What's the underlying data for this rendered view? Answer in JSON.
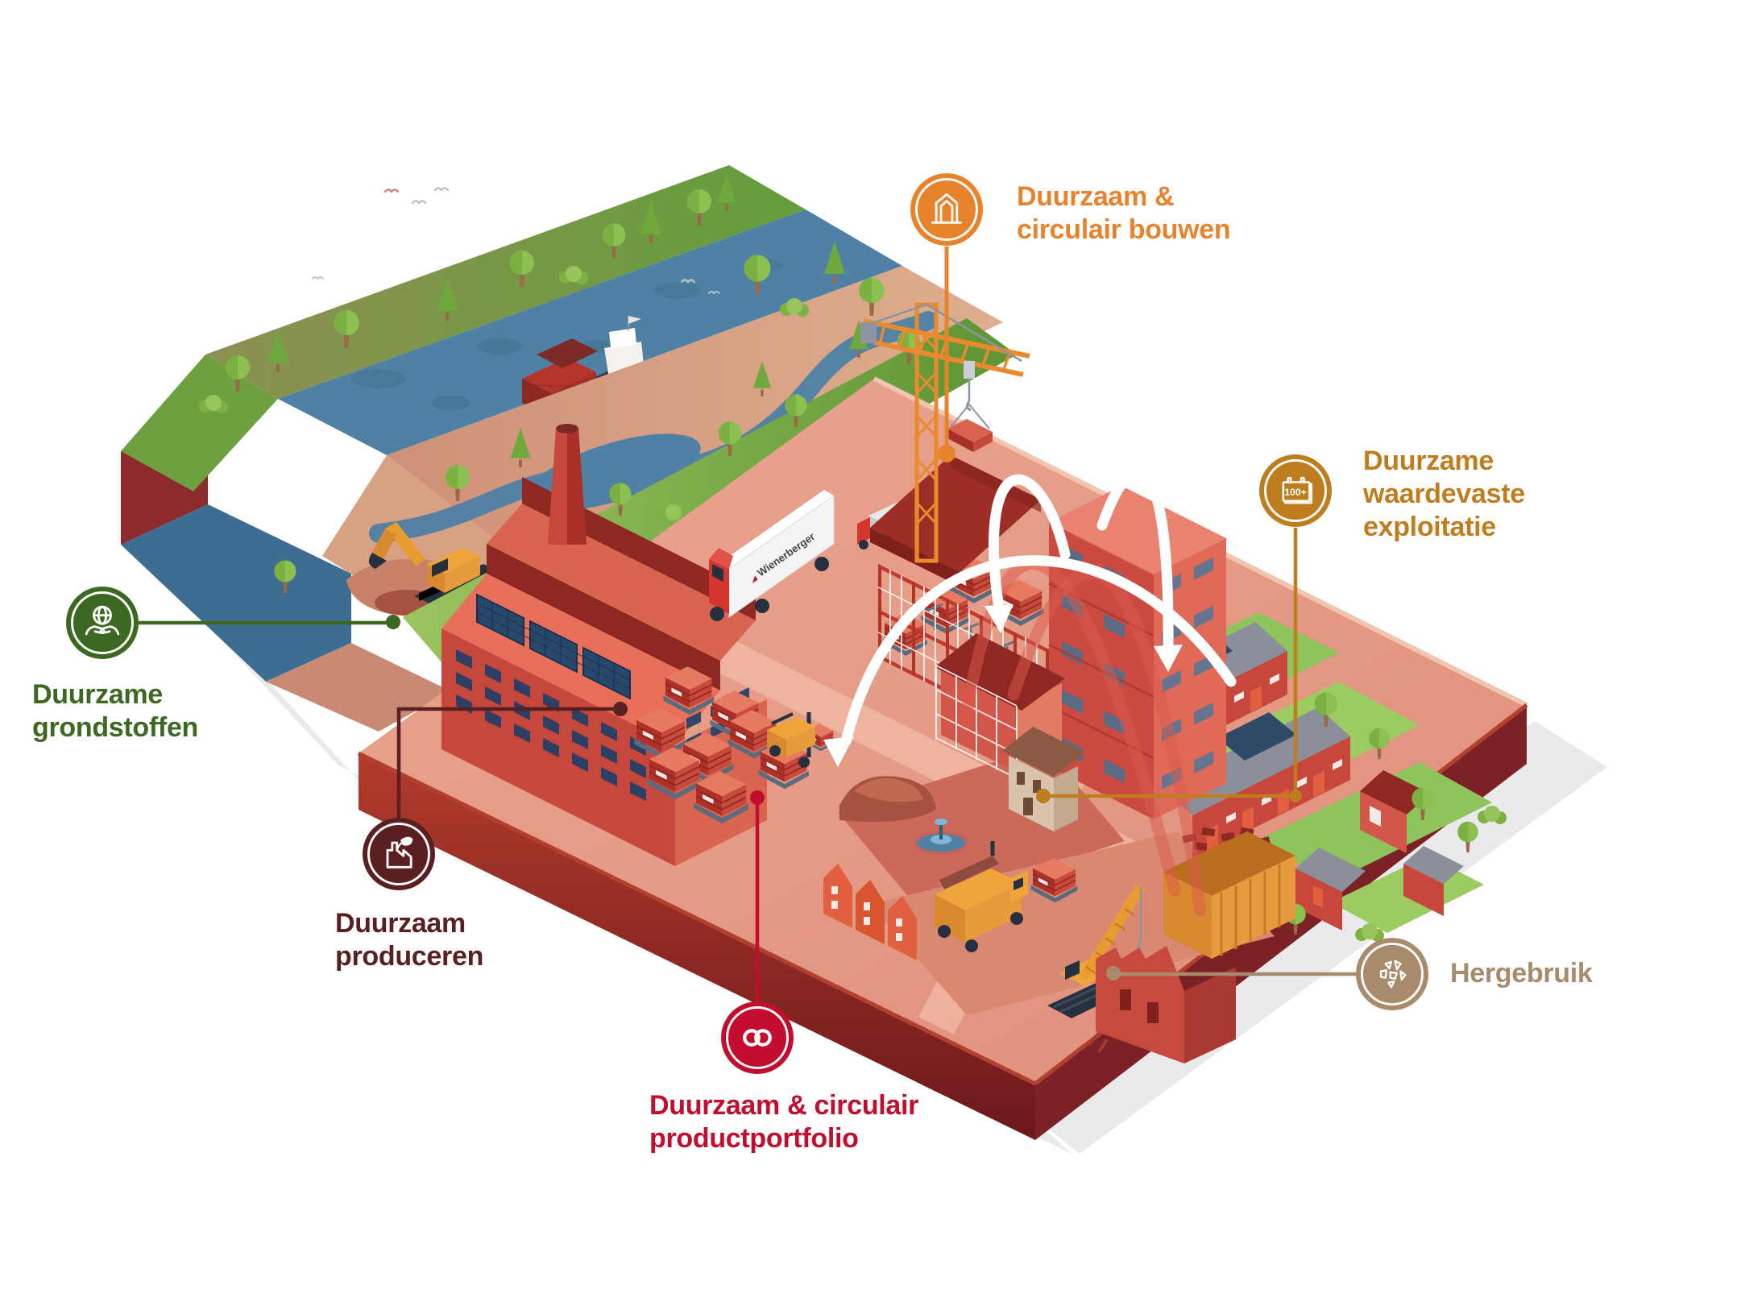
{
  "palette": {
    "orange": "#E8832D",
    "ochre": "#BE7D1F",
    "green": "#3D6822",
    "maroon": "#5A1F21",
    "red": "#C30D2E",
    "taupe": "#A78B6C",
    "brick_red": "#C6473C",
    "plate": "#E59480",
    "river_blue": "#4E81A4",
    "grass_green": "#7FB44C",
    "sand": "#D9A184",
    "machine_orange": "#F0A43C",
    "white": "#FFFFFF"
  },
  "scene": {
    "truck_label": "Wienerberger",
    "elements": [
      "container-ship",
      "river",
      "riverbank-trees",
      "clay-excavator",
      "clay-dump-truck",
      "brick-factory-with-solar-panels",
      "brick-pallet-yard",
      "forklift",
      "clay-pile",
      "wienerberger-truck",
      "tower-crane",
      "building-under-construction",
      "apartment-building",
      "renovation-scaffolding",
      "terraced-houses-with-solar",
      "detached-houses",
      "lawns-and-trees",
      "town-square-fountain",
      "historic-row-houses",
      "mansion",
      "demolition-site",
      "rubble-container",
      "crawler-crane",
      "demolition-dump-truck",
      "white-flow-arrows",
      "red-flow-arcs",
      "birds"
    ]
  },
  "callouts": [
    {
      "id": "duurzame-grondstoffen",
      "color": "#3D6822",
      "icon": "globe-in-hands-icon",
      "lines": [
        "Duurzame",
        "grondstoffen"
      ]
    },
    {
      "id": "duurzaam-produceren",
      "color": "#5A1F21",
      "icon": "factory-leaf-icon",
      "lines": [
        "Duurzaam",
        "produceren"
      ]
    },
    {
      "id": "duurzaam-circulair-productportfolio",
      "color": "#C30D2E",
      "icon": "linked-rings-icon",
      "lines": [
        "Duurzaam & circulair",
        "productportfolio"
      ]
    },
    {
      "id": "duurzaam-circulair-bouwen",
      "color": "#E8832D",
      "icon": "house-outline-icon",
      "lines": [
        "Duurzaam &",
        "circulair bouwen"
      ]
    },
    {
      "id": "duurzame-waardevaste-exploitatie",
      "color": "#BE7D1F",
      "icon": "calendar-100-icon",
      "icon_text": "100+",
      "lines": [
        "Duurzame",
        "waardevaste",
        "exploitatie"
      ]
    },
    {
      "id": "hergebruik",
      "color": "#A78B6C",
      "icon": "broken-shards-icon",
      "lines": [
        "Hergebruik"
      ]
    }
  ]
}
